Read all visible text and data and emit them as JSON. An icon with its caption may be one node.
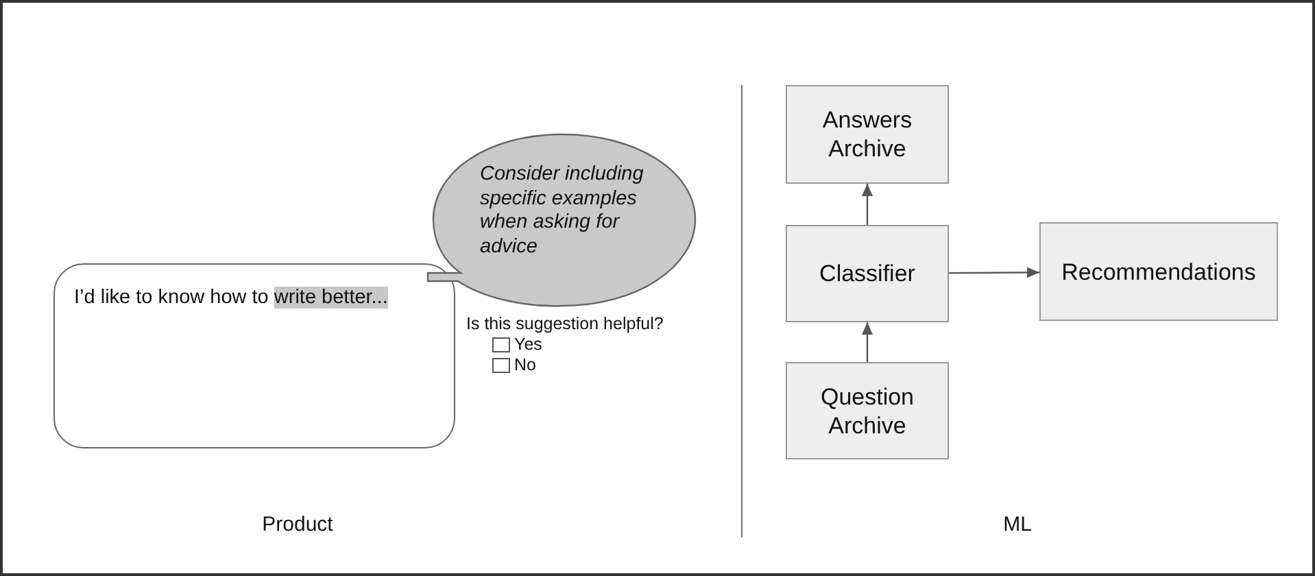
{
  "diagram": {
    "nodes": [
      {
        "text": [
          "I’d like to know how to write better..."
        ]
      },
      {
        "text": [
          "Consider including specific examples when asking for advice"
        ]
      },
      {
        "text": [
          "Answers Archive"
        ]
      },
      {
        "text": [
          "Classifier"
        ]
      },
      {
        "text": [
          "Recommendations"
        ]
      },
      {
        "text": [
          "Question Archive"
        ]
      }
    ],
    "edges": [
      {
        "from": 3,
        "to": 2,
        "arrow": "to"
      },
      {
        "from": 3,
        "to": 4,
        "arrow": "to"
      },
      {
        "from": 5,
        "to": 3,
        "arrow": "to"
      }
    ],
    "labels": [
      "Is this suggestion helpful?",
      "Yes",
      "No",
      "Product",
      "ML"
    ]
  }
}
